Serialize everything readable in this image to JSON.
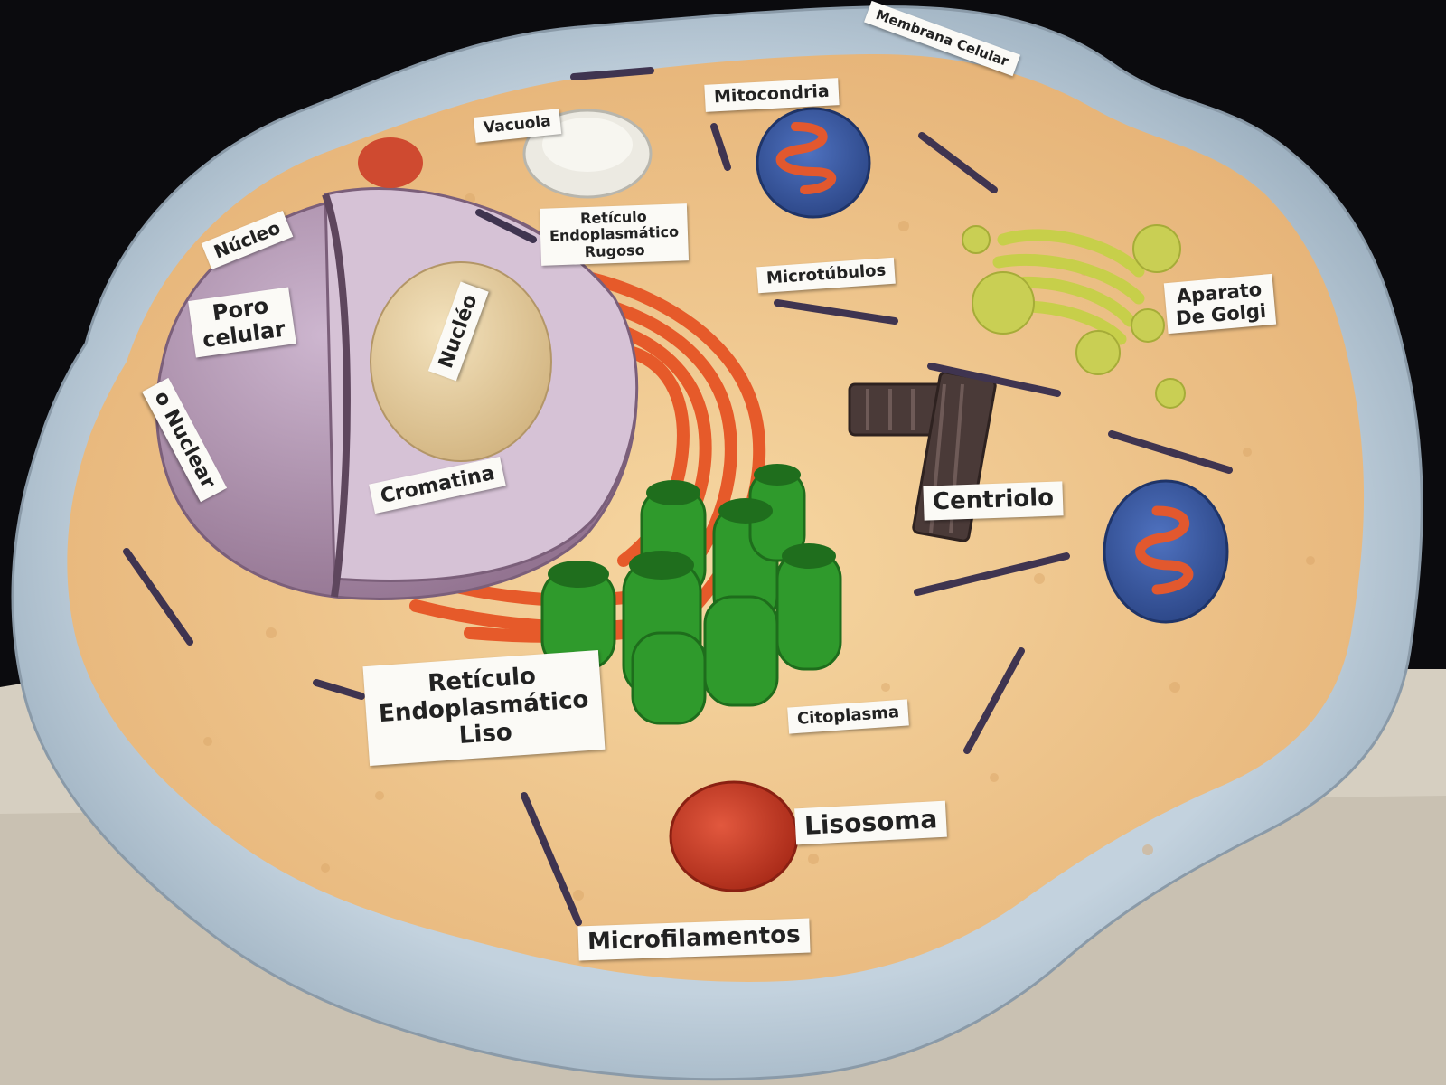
{
  "labels": {
    "membrana_celular": "Membrana Celular",
    "mitocondria": "Mitocondria",
    "vacuola": "Vacuola",
    "nucleo": "Núcleo",
    "poro_line1": "Poro",
    "poro_line2": "celular",
    "nucleolo": "Nucléo",
    "envoltura_nuclear": "o Nuclear",
    "rer_line1": "Retículo",
    "rer_line2": "Endoplasmático",
    "rer_line3": "Rugoso",
    "microtubulos": "Microtúbulos",
    "golgi_line1": "Aparato",
    "golgi_line2": "De Golgi",
    "cromatina": "Cromatina",
    "centriolo": "Centriolo",
    "rel_line1": "Retículo",
    "rel_line2": "Endoplasmático",
    "rel_line3": "Liso",
    "citoplasma": "Citoplasma",
    "lisosoma": "Lisosoma",
    "microfilamentos": "Microfilamentos"
  },
  "colors": {
    "background": "#0b0b0e",
    "table": "#d9d2c4",
    "membrane": "#b7c8d6",
    "cytoplasm": "#f0c98e",
    "nucleus_shell": "#b49ab4",
    "nucleolus": "#e8d2a6",
    "rough_er": "#e65a2a",
    "smooth_er": "#2f9a2c",
    "mitochondria": "#3c5ea8",
    "golgi": "#c7cf4a",
    "centriole": "#4a3a38",
    "lysosome": "#cf3b26",
    "microtubule": "#3f3450"
  }
}
